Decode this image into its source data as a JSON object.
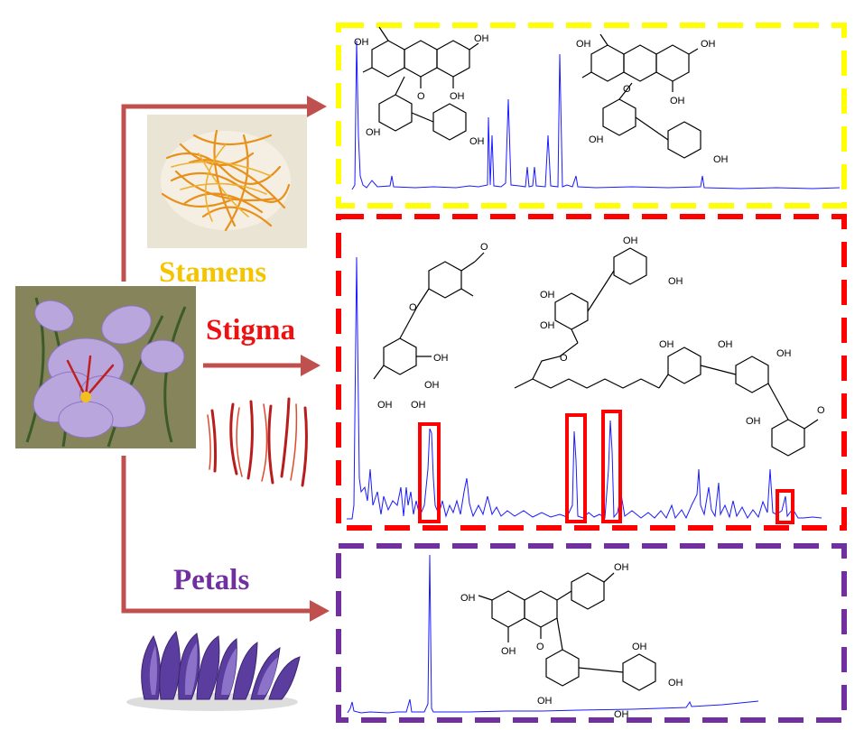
{
  "labels": {
    "stamens": "Stamens",
    "stigma": "Stigma",
    "petals": "Petals"
  },
  "colors": {
    "stamens": "#f5c400",
    "stigma": "#ee1111",
    "petals": "#7030a0",
    "arrow": "#c0504d",
    "trace": "#1a1aff",
    "yellow_box": "#ffff00",
    "red_box": "#ff0000",
    "purple_box": "#7030a0",
    "highlight": "#ff0000"
  },
  "chem": {
    "oh": "OH",
    "o": "O"
  },
  "panels": [
    {
      "name": "stamens-chromatogram",
      "box_color": "yellow",
      "structures": 2
    },
    {
      "name": "stigma-chromatogram",
      "box_color": "red",
      "structures": 2,
      "highlighted_peaks": 4
    },
    {
      "name": "petals-chromatogram",
      "box_color": "purple",
      "structures": 1
    }
  ],
  "images": [
    {
      "name": "crocus-flower-photo"
    },
    {
      "name": "stamens-photo"
    },
    {
      "name": "stigma-threads-photo"
    },
    {
      "name": "petals-crocus-photo"
    }
  ]
}
